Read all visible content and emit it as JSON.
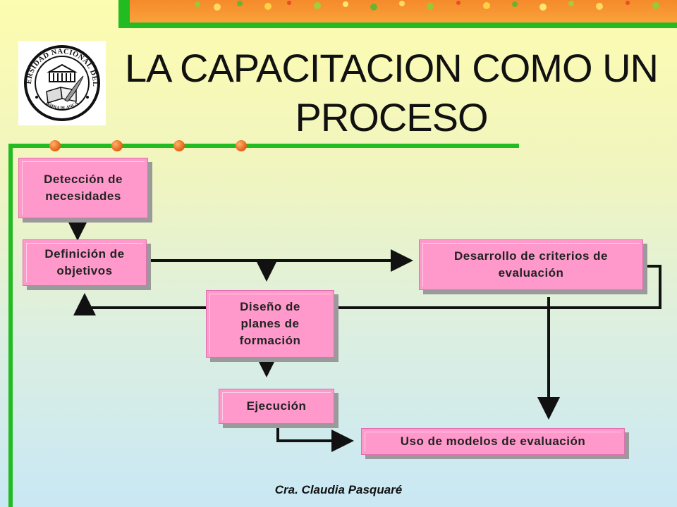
{
  "slide": {
    "title_line1": "LA CAPACITACION COMO UN",
    "title_line2": "PROCESO",
    "footer": "Cra. Claudia Pasquaré"
  },
  "logo": {
    "text_top": "UNIVERSIDAD NACIONAL DEL SUR",
    "text_bottom": "BAHIA BLANCA"
  },
  "diagram": {
    "nodes": {
      "deteccion": "Detección de necesidades",
      "definicion_l1": "Definición de",
      "definicion_l2": "objetivos",
      "desarrollo_l1": "Desarrollo de criterios de",
      "desarrollo_l2": "evaluación",
      "diseno_l1": "Diseño de",
      "diseno_l2": "planes de",
      "diseno_l3": "formación",
      "ejecucion": "Ejecución",
      "uso_modelos": "Uso de modelos de evaluación",
      "deteccion_l1": "Detección de",
      "deteccion_l2": "necesidades"
    }
  },
  "colors": {
    "box_fill": "#ff99cc",
    "rule_green": "#22bb22",
    "top_bar_orange": "#f58a2a",
    "bullet_orange": "#e86a1a"
  }
}
